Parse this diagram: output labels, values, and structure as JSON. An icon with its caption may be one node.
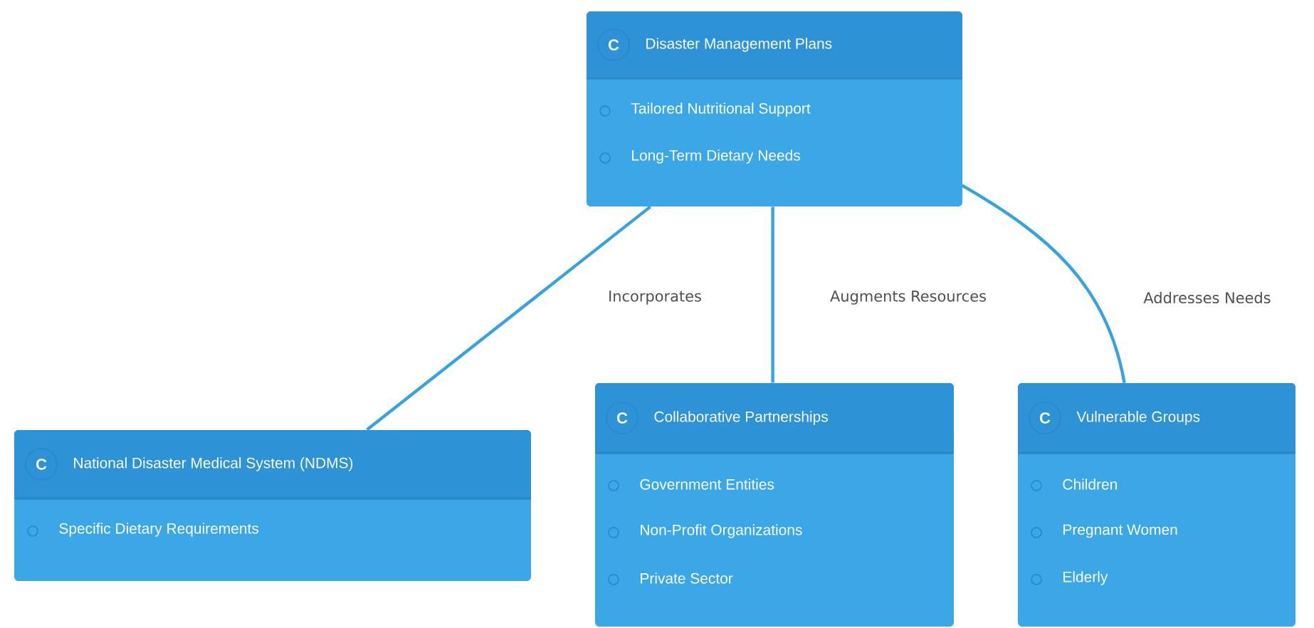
{
  "diagram": {
    "nodes": [
      {
        "text": [
          "C",
          "Disaster Management Plans",
          "Tailored Nutritional Support",
          "Long-Term Dietary Needs"
        ]
      },
      {
        "text": [
          "C",
          "National Disaster Medical System (NDMS)",
          "Specific Dietary Requirements"
        ]
      },
      {
        "text": [
          "C",
          "Collaborative Partnerships",
          "Government Entities",
          "Non-Profit Organizations",
          "Private Sector"
        ]
      },
      {
        "text": [
          "C",
          "Vulnerable Groups",
          "Children",
          "Pregnant Women",
          "Elderly"
        ]
      }
    ],
    "edges": [
      {
        "from": 0,
        "to": 1,
        "arrow": "none",
        "label": "Incorporates"
      },
      {
        "from": 0,
        "to": 2,
        "arrow": "none",
        "label": "Augments Resources"
      },
      {
        "from": 0,
        "to": 3,
        "arrow": "none",
        "label": "Addresses Needs"
      }
    ]
  }
}
